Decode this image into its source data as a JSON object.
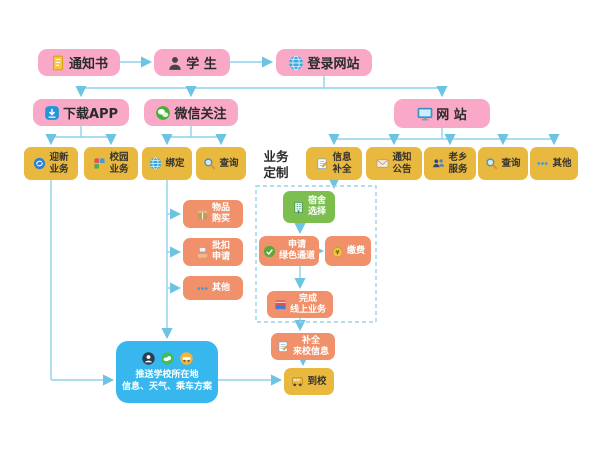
{
  "colors": {
    "pink": "#f9a9c7",
    "gold": "#e9b83e",
    "orange": "#f0916b",
    "green": "#7cbf4f",
    "blue": "#38b7ee",
    "wire": "#8ed2ea"
  },
  "nodes": {
    "notice": {
      "label": "通知书",
      "icon": "document-icon"
    },
    "student": {
      "label": "学 生",
      "icon": "student-icon"
    },
    "login": {
      "label": "登录网站",
      "icon": "globe-icon"
    },
    "download_app": {
      "label": "下载APP",
      "icon": "app-download-icon"
    },
    "wechat": {
      "label": "微信关注",
      "icon": "wechat-icon"
    },
    "website": {
      "label": "网 站",
      "icon": "monitor-icon"
    },
    "welcome_biz": {
      "label": "迎新\n业务",
      "icon": "welcome-service-icon"
    },
    "campus_biz": {
      "label": "校园\n业务",
      "icon": "campus-service-icon"
    },
    "bind": {
      "label": "绑定",
      "icon": "globe-icon"
    },
    "query_wechat": {
      "label": "查询",
      "icon": "magnifier-icon"
    },
    "biz_custom": {
      "label": "业务\n定制"
    },
    "info_complete": {
      "label": "信息\n补全",
      "icon": "form-edit-icon"
    },
    "notice_announce": {
      "label": "通知\n公告",
      "icon": "envelope-icon"
    },
    "hometown": {
      "label": "老乡\n服务",
      "icon": "people-icon"
    },
    "query_web": {
      "label": "查询",
      "icon": "magnifier-icon"
    },
    "other_web": {
      "label": "其他",
      "icon": "ellipsis-icon"
    },
    "item_purchase": {
      "label": "物品\n购买",
      "icon": "package-icon"
    },
    "batch_deduct": {
      "label": "批扣\n申请",
      "icon": "hand-card-icon"
    },
    "other_mid": {
      "label": "其他",
      "icon": "ellipsis-icon"
    },
    "dorm_select": {
      "label": "宿舍\n选择",
      "icon": "building-icon"
    },
    "green_channel": {
      "label": "申请\n绿色通道",
      "icon": "check-icon"
    },
    "pay": {
      "label": "缴费",
      "icon": "moneybag-icon"
    },
    "finish_online": {
      "label": "完成\n线上业务",
      "icon": "card-icon"
    },
    "complete_info": {
      "label": "补全\n来校信息",
      "icon": "form-edit-icon"
    },
    "arrive": {
      "label": "到校",
      "icon": "bus-icon"
    },
    "push_info": {
      "label": "推送学校所在地\n信息、天气、乘车方案",
      "icons": [
        "person-circle-icon",
        "weather-cloud-icon",
        "car-circle-icon"
      ]
    }
  }
}
